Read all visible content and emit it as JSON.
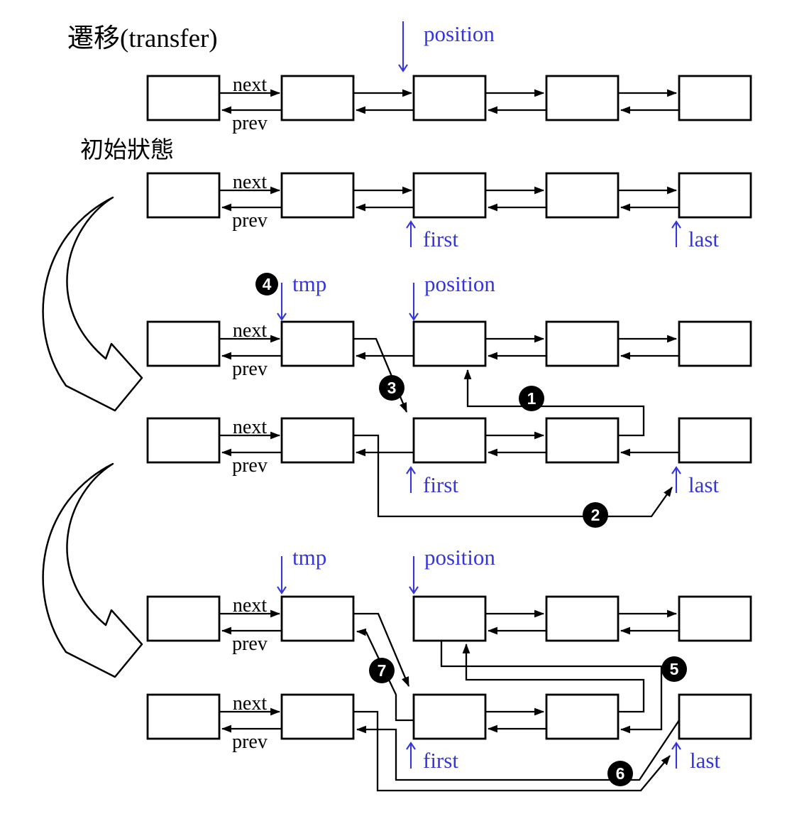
{
  "title": "遷移(transfer)",
  "subtitle": "初始狀態",
  "labels": {
    "next": "next",
    "prev": "prev",
    "position": "position",
    "first": "first",
    "last": "last",
    "tmp": "tmp"
  },
  "steps": [
    "1",
    "2",
    "3",
    "4",
    "5",
    "6",
    "7"
  ],
  "colors": {
    "pointer_blue": "#3535dd",
    "line_black": "#000000",
    "node_fill": "#ffffff"
  }
}
